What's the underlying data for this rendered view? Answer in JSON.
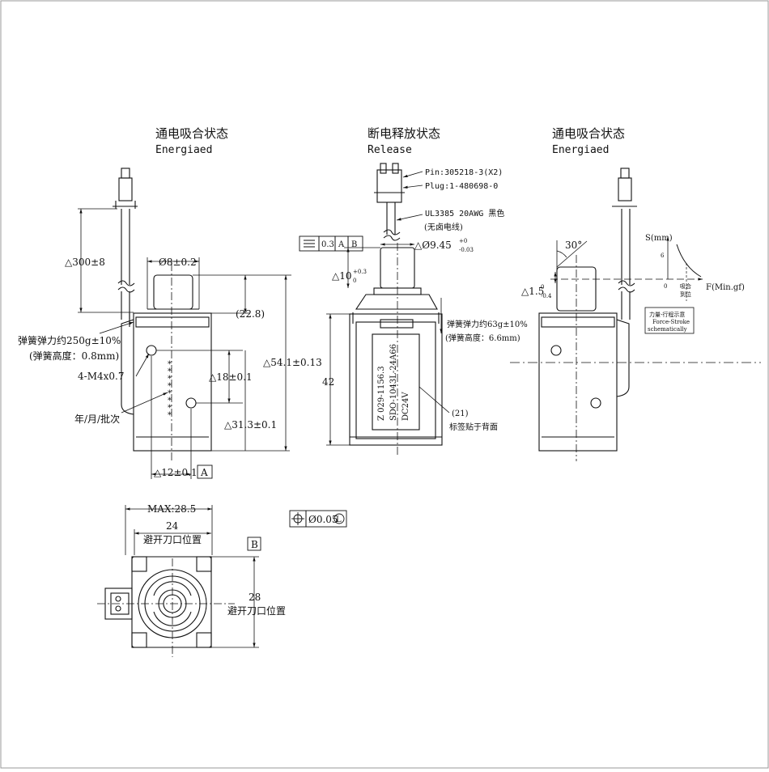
{
  "views": {
    "left": {
      "title_cn": "通电吸合状态",
      "title_en": "Energiaed"
    },
    "middle": {
      "title_cn": "断电释放状态",
      "title_en": "Release"
    },
    "right": {
      "title_cn": "通电吸合状态",
      "title_en": "Energiaed"
    }
  },
  "left_dims": {
    "wire_len": "△300±8",
    "shaft_dia": "Ø8±0.2",
    "top_22": "(22.8)",
    "total_h": "△54.1±0.13",
    "hole_18": "△18±0.1",
    "hole_31": "△31.3±0.1",
    "hole_12": "△12±0.1",
    "datum_a": "A",
    "spring_force": "弹簧弹力约250g±10%",
    "spring_height": "(弹簧高度：0.8mm)",
    "thread": "4-M4x0.7",
    "date_mark": "年/月/批次"
  },
  "middle_dims": {
    "pin": "Pin:305218-3(X2)",
    "plug": "Plug:1-480698-0",
    "wire_spec": "UL3385 20AWG 黑色",
    "wire_note": "(无卤电线)",
    "tol_flat": "0.3",
    "tol_a": "A",
    "tol_b": "B",
    "shaft_dia": "△Ø9.45",
    "shaft_tol_up": "+0",
    "shaft_tol_dn": "-0.03",
    "stroke": "△10",
    "stroke_sub": "0",
    "stroke_tol": "+0.3",
    "height_42": "42",
    "spring_force": "弹簧弹力约63g±10%",
    "spring_height": "(弹簧高度：6.6mm)",
    "label_note_num": "(21)",
    "label_note": "标签贴于背面",
    "label_line1": "Z 029-1156.3",
    "label_line2": "SDO-1043L-24A66",
    "label_line3": "DC24V"
  },
  "right_dims": {
    "angle": "30°",
    "offset": "△1.5",
    "offset_up": "0",
    "offset_dn": "-0.4",
    "axis_s": "S(mm)",
    "axis_f": "F(Min.gf)",
    "y_val": "6",
    "origin": "0",
    "pull_in_1": "吸合",
    "pull_in_2": "到位",
    "legend_cn": "力量-行程示意",
    "legend_en1": "Force-Stroke",
    "legend_en2": "schematically"
  },
  "bottom_dims": {
    "max_w": "MAX:28.5",
    "w24": "24",
    "w_note": "避开刀口位置",
    "h28": "28",
    "h_note": "避开刀口位置",
    "datum_b": "B",
    "pos_tol": "Ø0.05",
    "pos_mod": "L"
  },
  "chart_data": {
    "type": "line",
    "xlabel": "F(Min.gf)",
    "ylabel": "S(mm)",
    "series": [
      {
        "x": [
          0,
          1
        ],
        "y": [
          6,
          0
        ]
      }
    ],
    "annotations": [
      "吸合到位",
      "力量-行程示意 Force-Stroke schematically"
    ]
  }
}
